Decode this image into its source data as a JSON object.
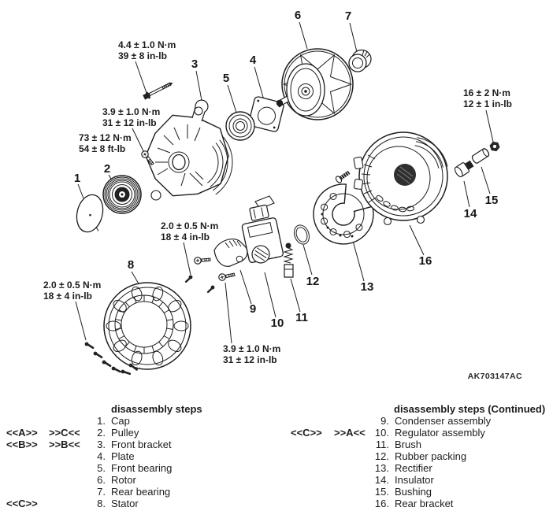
{
  "figure": {
    "code": "AK703147AC",
    "callouts": [
      "1",
      "2",
      "3",
      "4",
      "5",
      "6",
      "7",
      "8",
      "9",
      "10",
      "11",
      "12",
      "13",
      "14",
      "15",
      "16"
    ],
    "torques": {
      "through_bolt": {
        "l1": "4.4 ± 1.0 N·m",
        "l2": "39 ± 8 in-lb"
      },
      "front_screw": {
        "l1": "3.9 ± 1.0 N·m",
        "l2": "31 ± 12 in-lb"
      },
      "pulley_nut": {
        "l1": "73 ± 12 N·m",
        "l2": "54 ± 8 ft-lb"
      },
      "condenser_screw": {
        "l1": "2.0 ± 0.5 N·m",
        "l2": "18 ± 4 in-lb"
      },
      "stator_screw": {
        "l1": "2.0 ± 0.5 N·m",
        "l2": "18 ± 4 in-lb"
      },
      "regulator_screw": {
        "l1": "3.9 ± 1.0 N·m",
        "l2": "31 ± 12 in-lb"
      },
      "terminal_nut": {
        "l1": "16 ± 2 N·m",
        "l2": "12 ± 1 in-lb"
      }
    }
  },
  "parts_list": {
    "left": {
      "title": "disassembly steps",
      "items": [
        {
          "num": "1.",
          "name": "Cap",
          "m1": "",
          "m2": ""
        },
        {
          "num": "2.",
          "name": "Pulley",
          "m1": "<<A>>",
          "m2": ">>C<<"
        },
        {
          "num": "3.",
          "name": "Front bracket",
          "m1": "<<B>>",
          "m2": ">>B<<"
        },
        {
          "num": "4.",
          "name": "Plate",
          "m1": "",
          "m2": ""
        },
        {
          "num": "5.",
          "name": "Front bearing",
          "m1": "",
          "m2": ""
        },
        {
          "num": "6.",
          "name": "Rotor",
          "m1": "",
          "m2": ""
        },
        {
          "num": "7.",
          "name": "Rear bearing",
          "m1": "",
          "m2": ""
        },
        {
          "num": "8.",
          "name": "Stator",
          "m1": "<<C>>",
          "m2": ""
        }
      ]
    },
    "right": {
      "title": "disassembly steps (Continued)",
      "items": [
        {
          "num": "9.",
          "name": "Condenser assembly",
          "m1": "",
          "m2": ""
        },
        {
          "num": "10.",
          "name": "Regulator assembly",
          "m1": "<<C>>",
          "m2": ">>A<<"
        },
        {
          "num": "11.",
          "name": "Brush",
          "m1": "",
          "m2": ""
        },
        {
          "num": "12.",
          "name": "Rubber packing",
          "m1": "",
          "m2": ""
        },
        {
          "num": "13.",
          "name": "Rectifier",
          "m1": "",
          "m2": ""
        },
        {
          "num": "14.",
          "name": "Insulator",
          "m1": "",
          "m2": ""
        },
        {
          "num": "15.",
          "name": "Bushing",
          "m1": "",
          "m2": ""
        },
        {
          "num": "16.",
          "name": "Rear bracket",
          "m1": "",
          "m2": ""
        }
      ]
    }
  },
  "colors": {
    "ink": "#1c1c1c",
    "background": "#ffffff"
  }
}
